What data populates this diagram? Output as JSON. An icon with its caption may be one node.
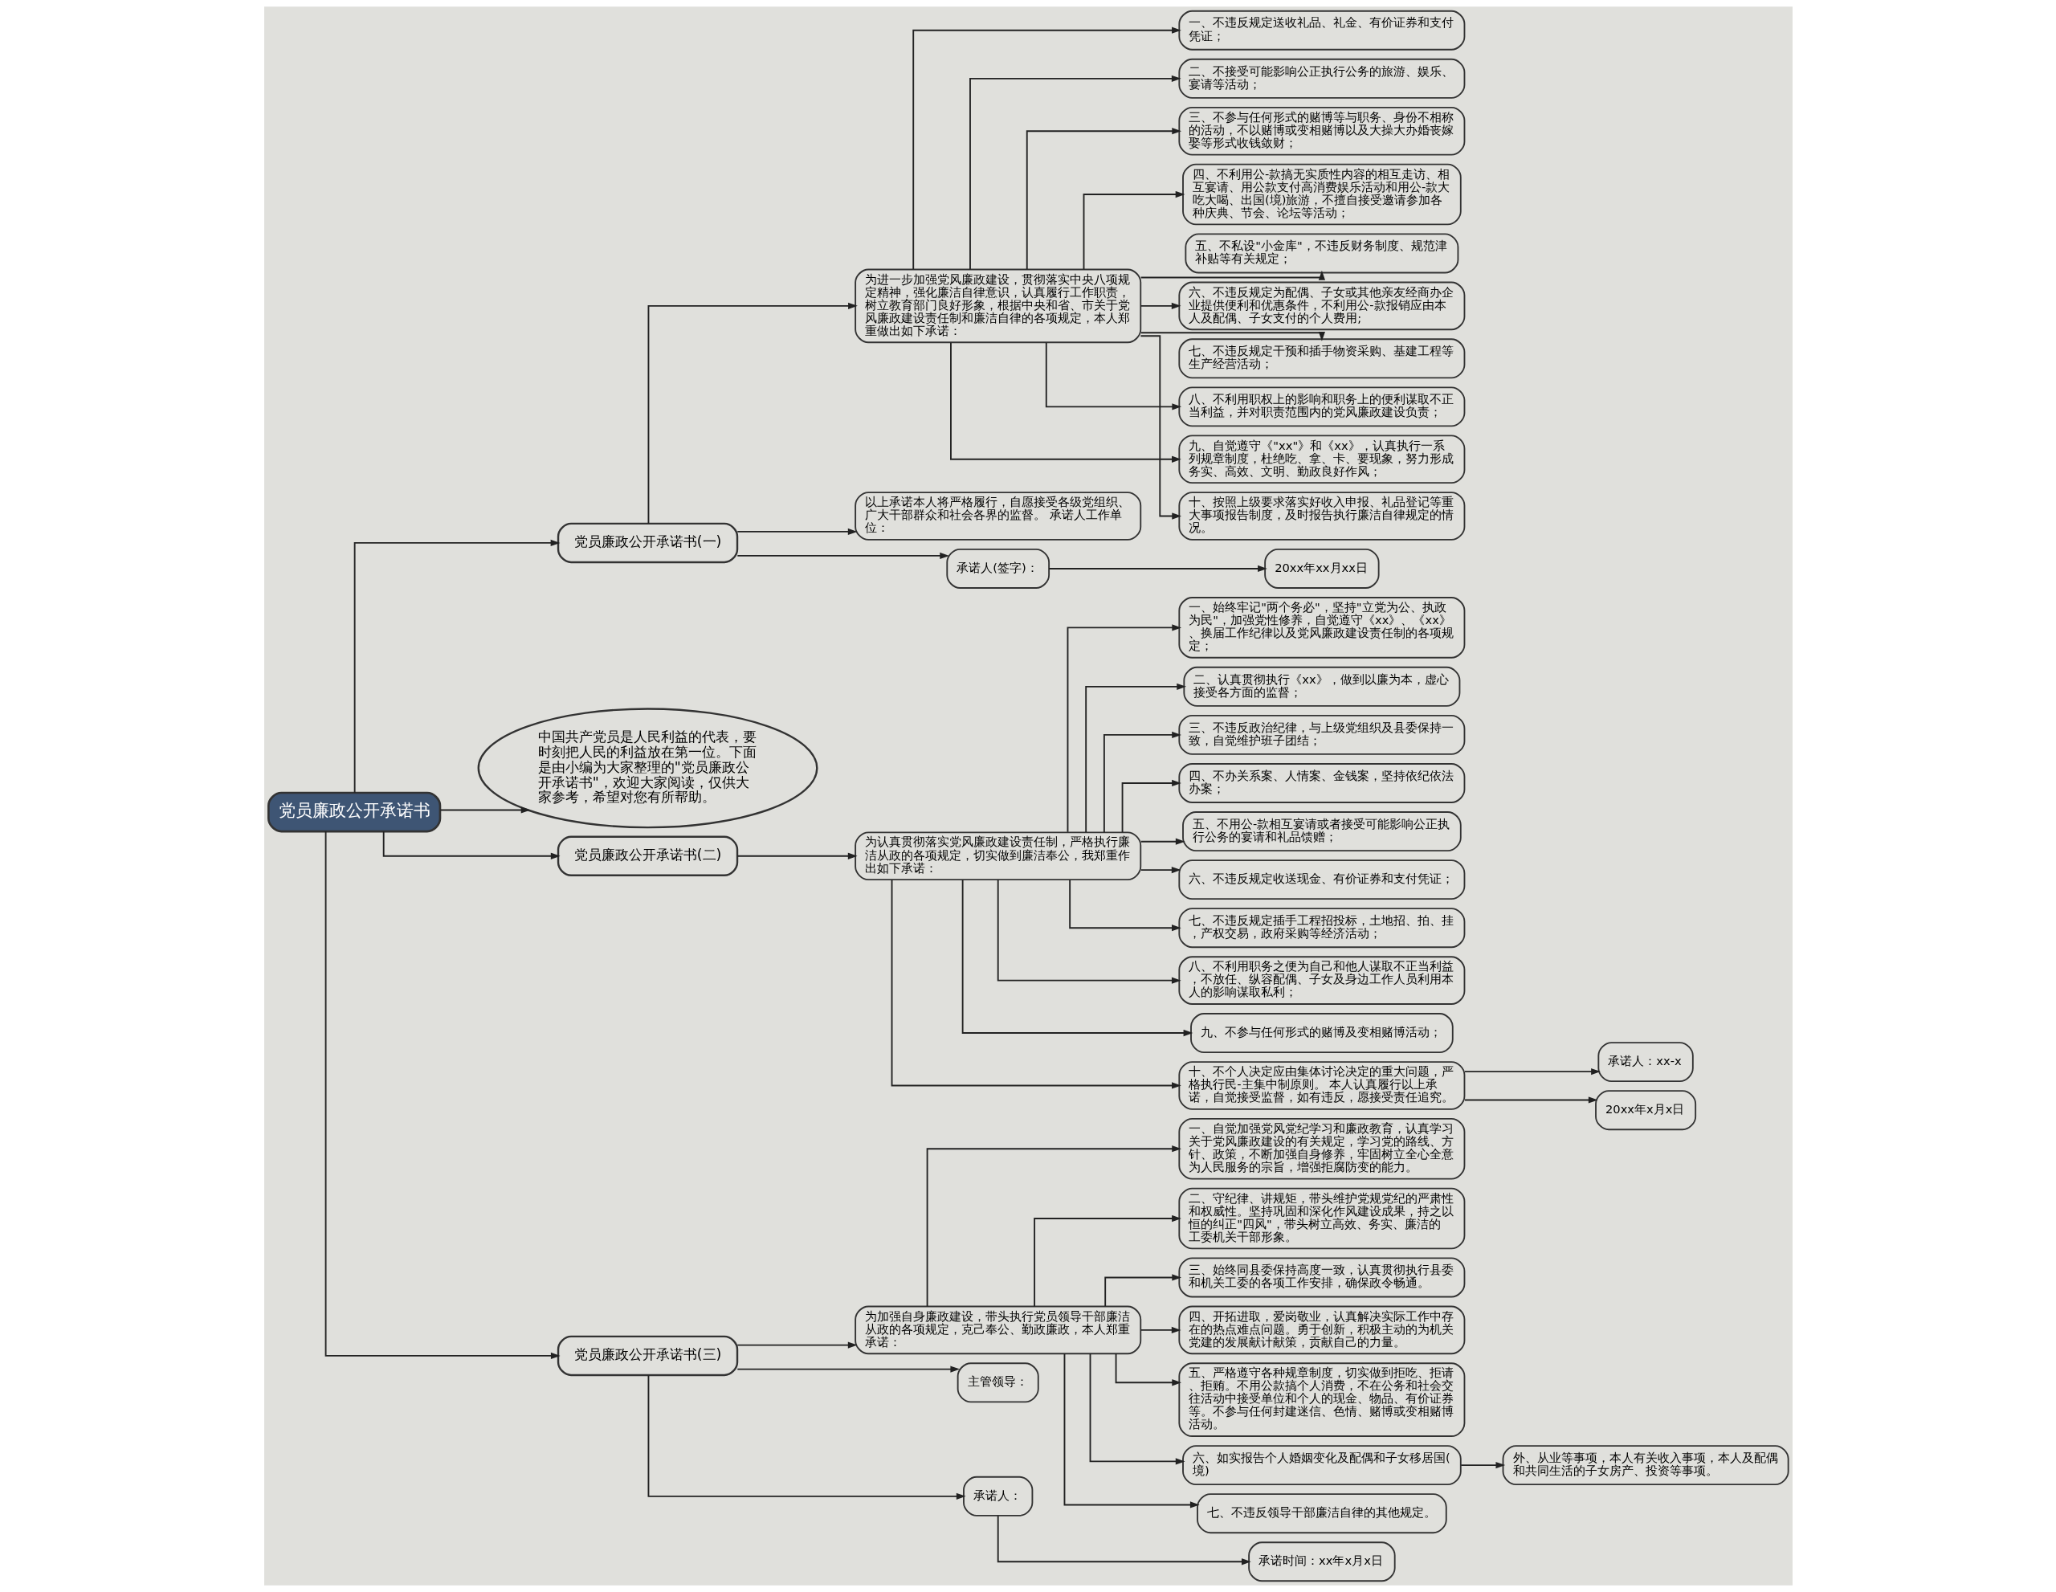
{
  "diagram": {
    "nodes": [
      {
        "text": [
          "党员廉政公开承诺书"
        ]
      },
      {
        "text": [
          "党员廉政公开承诺书(一)"
        ]
      },
      {
        "text": [
          "为进一步加强党风廉政建设，贯彻落实中央八项规定精神，强化廉洁自律意识，认真履行工作职责，树立教育部门良好形象，根据中央和省、市关于党风廉政建设责任制和廉洁自律的各项规定，本人郑重做出如下承诺："
        ]
      },
      {
        "text": [
          "一、不违反规定送收礼品、礼金、有价证券和支付凭证；"
        ]
      },
      {
        "text": [
          "二、不接受可能影响公正执行公务的旅游、娱乐、宴请等活动；"
        ]
      },
      {
        "text": [
          "三、不参与任何形式的赌博等与职务、身份不相称的活动，不以赌博或变相赌博以及大操大办婚丧嫁娶等形式收钱敛财；"
        ]
      },
      {
        "text": [
          "四、不利用公-款搞无实质性内容的相互走访、相互宴请、用公款支付高消费娱乐活动和用公-款大吃大喝、出国(境)旅游，不擅自接受邀请参加各种庆典、节会、论坛等活动；"
        ]
      },
      {
        "text": [
          "五、不私设\"小金库\"，不违反财务制度、规范津补贴等有关规定；"
        ]
      },
      {
        "text": [
          "六、不违反规定为配偶、子女或其他亲友经商办企业提供便利和优惠条件，不利用公-款报销应由本人及配偶、子女支付的个人费用;"
        ]
      },
      {
        "text": [
          "七、不违反规定干预和插手物资采购、基建工程等生产经营活动；"
        ]
      },
      {
        "text": [
          "八、不利用职权上的影响和职务上的便利谋取不正当利益，并对职责范围内的党风廉政建设负责；"
        ]
      },
      {
        "text": [
          "九、自觉遵守《\"xx\"》和《xx》，认真执行一系列规章制度，杜绝吃、拿、卡、要现象，努力形成务实、高效、文明、勤政良好作风；"
        ]
      },
      {
        "text": [
          "十、按照上级要求落实好收入申报、礼品登记等重大事项报告制度，及时报告执行廉洁自律规定的情况。"
        ]
      },
      {
        "text": [
          "以上承诺本人将严格履行，自愿接受各级党组织、广大干部群众和社会各界的监督。 承诺人工作单位："
        ]
      },
      {
        "text": [
          "承诺人(签字)："
        ]
      },
      {
        "text": [
          "20xx年xx月xx日"
        ]
      },
      {
        "text": [
          "中国共产党员是人民利益的代表，要时刻把人民的利益放在第一位。下面是由小编为大家整理的\"党员廉政公开承诺书\"，欢迎大家阅读，仅供大家参考，希望对您有所帮助。"
        ]
      },
      {
        "text": [
          "党员廉政公开承诺书(二)"
        ]
      },
      {
        "text": [
          "为认真贯彻落实党风廉政建设责任制，严格执行廉洁从政的各项规定，切实做到廉洁奉公，我郑重作出如下承诺："
        ]
      },
      {
        "text": [
          "一、始终牢记\"两个务必\"，坚持\"立党为公、执政为民\"，加强党性修养，自觉遵守《xx》、《xx》、换届工作纪律以及党风廉政建设责任制的各项规定；"
        ]
      },
      {
        "text": [
          "二、认真贯彻执行《xx》，做到以廉为本，虚心接受各方面的监督；"
        ]
      },
      {
        "text": [
          "三、不违反政治纪律，与上级党组织及县委保持一致，自觉维护班子团结；"
        ]
      },
      {
        "text": [
          "四、不办关系案、人情案、金钱案，坚持依纪依法办案；"
        ]
      },
      {
        "text": [
          "五、不用公-款相互宴请或者接受可能影响公正执行公务的宴请和礼品馈赠；"
        ]
      },
      {
        "text": [
          "六、不违反规定收送现金、有价证券和支付凭证；"
        ]
      },
      {
        "text": [
          "七、不违反规定插手工程招投标，土地招、拍、挂，产权交易，政府采购等经济活动；"
        ]
      },
      {
        "text": [
          "八、不利用职务之便为自己和他人谋取不正当利益，不放任、纵容配偶、子女及身边工作人员利用本人的影响谋取私利；"
        ]
      },
      {
        "text": [
          "九、不参与任何形式的赌博及变相赌博活动；"
        ]
      },
      {
        "text": [
          "十、不个人决定应由集体讨论决定的重大问题，严格执行民-主集中制原则。 本人认真履行以上承诺，自觉接受监督，如有违反，愿接受责任追究。"
        ]
      },
      {
        "text": [
          "承诺人：xx-x"
        ]
      },
      {
        "text": [
          "20xx年x月x日"
        ]
      },
      {
        "text": [
          "党员廉政公开承诺书(三)"
        ]
      },
      {
        "text": [
          "为加强自身廉政建设，带头执行党员领导干部廉洁从政的各项规定，克己奉公、勤政廉政，本人郑重承诺："
        ]
      },
      {
        "text": [
          "一、自觉加强党风党纪学习和廉政教育，认真学习关于党风廉政建设的有关规定，学习党的路线、方针、政策，不断加强自身修养，牢固树立全心全意为人民服务的宗旨，增强拒腐防变的能力。"
        ]
      },
      {
        "text": [
          "二、守纪律、讲规矩，带头维护党规党纪的严肃性和权威性。坚持巩固和深化作风建设成果，持之以恒的纠正\"四风\"，带头树立高效、务实、廉洁的工委机关干部形象。"
        ]
      },
      {
        "text": [
          "三、始终同县委保持高度一致，认真贯彻执行县委和机关工委的各项工作安排，确保政令畅通。"
        ]
      },
      {
        "text": [
          "四、开拓进取，爱岗敬业，认真解决实际工作中存在的热点难点问题。勇于创新，积极主动的为机关党建的发展献计献策，贡献自己的力量。"
        ]
      },
      {
        "text": [
          "五、严格遵守各种规章制度，切实做到拒吃、拒请、拒贿。不用公款搞个人消费，不在公务和社会交往活动中接受单位和个人的现金、物品、有价证券等。不参与任何封建迷信、色情、赌博或变相赌博活动。"
        ]
      },
      {
        "text": [
          "六、如实报告个人婚姻变化及配偶和子女移居国(境)"
        ]
      },
      {
        "text": [
          "七、不违反领导干部廉洁自律的其他规定。"
        ]
      },
      {
        "text": [
          "外、从业等事项，本人有关收入事项，本人及配偶和共同生活的子女房产、投资等事项。"
        ]
      },
      {
        "text": [
          "主管领导："
        ]
      },
      {
        "text": [
          "承诺人："
        ]
      },
      {
        "text": [
          "承诺时间：xx年x月x日"
        ]
      }
    ],
    "edges": [
      {
        "from": 0,
        "to": 1,
        "arrow": "to"
      },
      {
        "from": 1,
        "to": 2,
        "arrow": "to"
      },
      {
        "from": 2,
        "to": 3,
        "arrow": "to"
      },
      {
        "from": 2,
        "to": 4,
        "arrow": "to"
      },
      {
        "from": 2,
        "to": 5,
        "arrow": "to"
      },
      {
        "from": 2,
        "to": 6,
        "arrow": "to"
      },
      {
        "from": 2,
        "to": 7,
        "arrow": "to"
      },
      {
        "from": 2,
        "to": 8,
        "arrow": "to"
      },
      {
        "from": 2,
        "to": 9,
        "arrow": "to"
      },
      {
        "from": 2,
        "to": 10,
        "arrow": "to"
      },
      {
        "from": 2,
        "to": 11,
        "arrow": "to"
      },
      {
        "from": 2,
        "to": 12,
        "arrow": "to"
      },
      {
        "from": 1,
        "to": 13,
        "arrow": "to"
      },
      {
        "from": 1,
        "to": 14,
        "arrow": "to"
      },
      {
        "from": 14,
        "to": 15,
        "arrow": "to"
      },
      {
        "from": 0,
        "to": 16,
        "arrow": "to"
      },
      {
        "from": 0,
        "to": 17,
        "arrow": "to"
      },
      {
        "from": 17,
        "to": 18,
        "arrow": "to"
      },
      {
        "from": 18,
        "to": 19,
        "arrow": "to"
      },
      {
        "from": 18,
        "to": 20,
        "arrow": "to"
      },
      {
        "from": 18,
        "to": 21,
        "arrow": "to"
      },
      {
        "from": 18,
        "to": 22,
        "arrow": "to"
      },
      {
        "from": 18,
        "to": 23,
        "arrow": "to"
      },
      {
        "from": 18,
        "to": 24,
        "arrow": "to"
      },
      {
        "from": 18,
        "to": 25,
        "arrow": "to"
      },
      {
        "from": 18,
        "to": 26,
        "arrow": "to"
      },
      {
        "from": 18,
        "to": 27,
        "arrow": "to"
      },
      {
        "from": 18,
        "to": 28,
        "arrow": "to"
      },
      {
        "from": 28,
        "to": 29,
        "arrow": "to"
      },
      {
        "from": 28,
        "to": 30,
        "arrow": "to"
      },
      {
        "from": 0,
        "to": 31,
        "arrow": "to"
      },
      {
        "from": 31,
        "to": 32,
        "arrow": "to"
      },
      {
        "from": 32,
        "to": 33,
        "arrow": "to"
      },
      {
        "from": 32,
        "to": 34,
        "arrow": "to"
      },
      {
        "from": 32,
        "to": 35,
        "arrow": "to"
      },
      {
        "from": 32,
        "to": 36,
        "arrow": "to"
      },
      {
        "from": 32,
        "to": 37,
        "arrow": "to"
      },
      {
        "from": 32,
        "to": 38,
        "arrow": "to"
      },
      {
        "from": 32,
        "to": 39,
        "arrow": "to"
      },
      {
        "from": 38,
        "to": 40,
        "arrow": "to"
      },
      {
        "from": 31,
        "to": 41,
        "arrow": "to"
      },
      {
        "from": 31,
        "to": 42,
        "arrow": "to"
      },
      {
        "from": 42,
        "to": 43,
        "arrow": "to"
      }
    ]
  }
}
